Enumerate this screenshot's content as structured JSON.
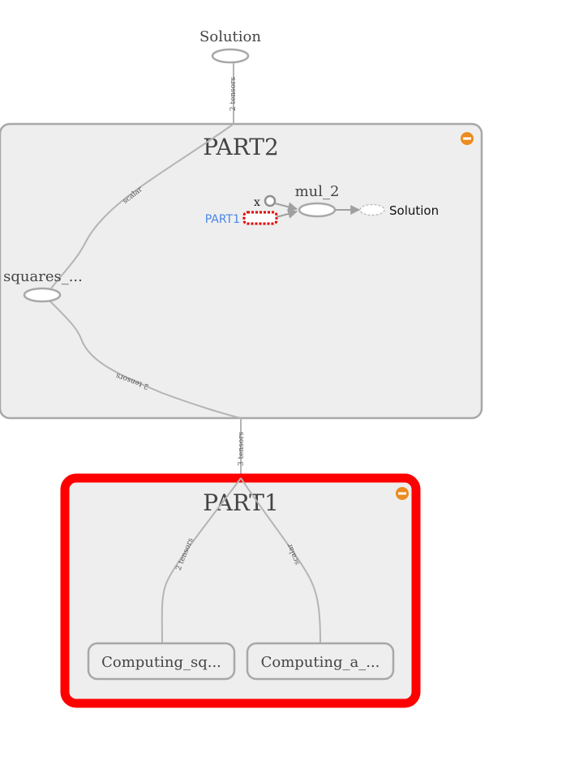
{
  "graph": {
    "top_node": {
      "label": "Solution"
    },
    "edges": {
      "solution_to_part2": "2 tensors",
      "part2_scalar": "scalar",
      "part2_squares_tensors": "2 tensors",
      "part2_to_part1": "3 tensors",
      "part1_left": "2 tensors",
      "part1_right": "scalar"
    },
    "part2": {
      "title": "PART2",
      "squares_label": "squares_...",
      "mul_label": "mul_2",
      "x_label": "x",
      "part1_ref_label": "PART1",
      "solution_out_label": "Solution"
    },
    "part1": {
      "title": "PART1",
      "children": [
        {
          "label": "Computing_sq..."
        },
        {
          "label": "Computing_a_..."
        }
      ]
    },
    "colors": {
      "group_fill": "#eeeeee",
      "group_stroke": "#a8a8a8",
      "selected_stroke": "#ff0000",
      "collapse_button": "#ec8b1e",
      "link_blue": "#4a86e8"
    }
  }
}
